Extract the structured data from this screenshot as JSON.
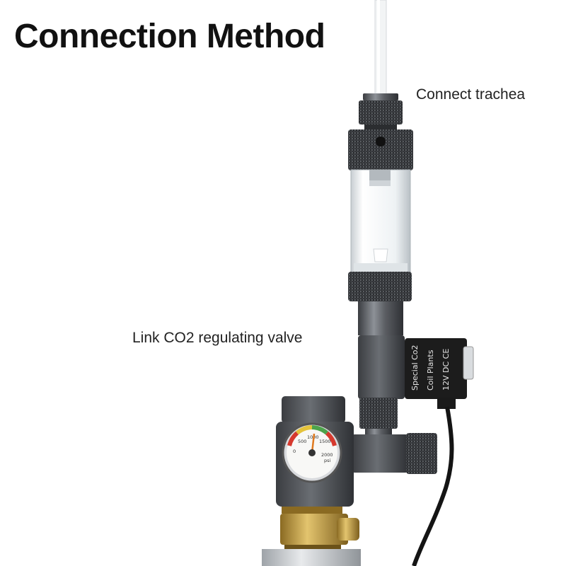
{
  "title": "Connection Method",
  "labels": {
    "trachea": "Connect trachea",
    "valve": "Link CO2 regulating valve"
  },
  "product": {
    "coil_text": [
      "Special Co2",
      "Coil Plants",
      "12V DC CE"
    ],
    "gauge_ticks": [
      "0",
      "500",
      "1000",
      "1500",
      "2000"
    ],
    "gauge_unit": "psi"
  },
  "colors": {
    "metal_dark": "#4a4d52",
    "metal_mid": "#7a7e84",
    "glass": "#eef2f4",
    "brass": "#c9a24a",
    "coil": "#1c1c1c"
  }
}
